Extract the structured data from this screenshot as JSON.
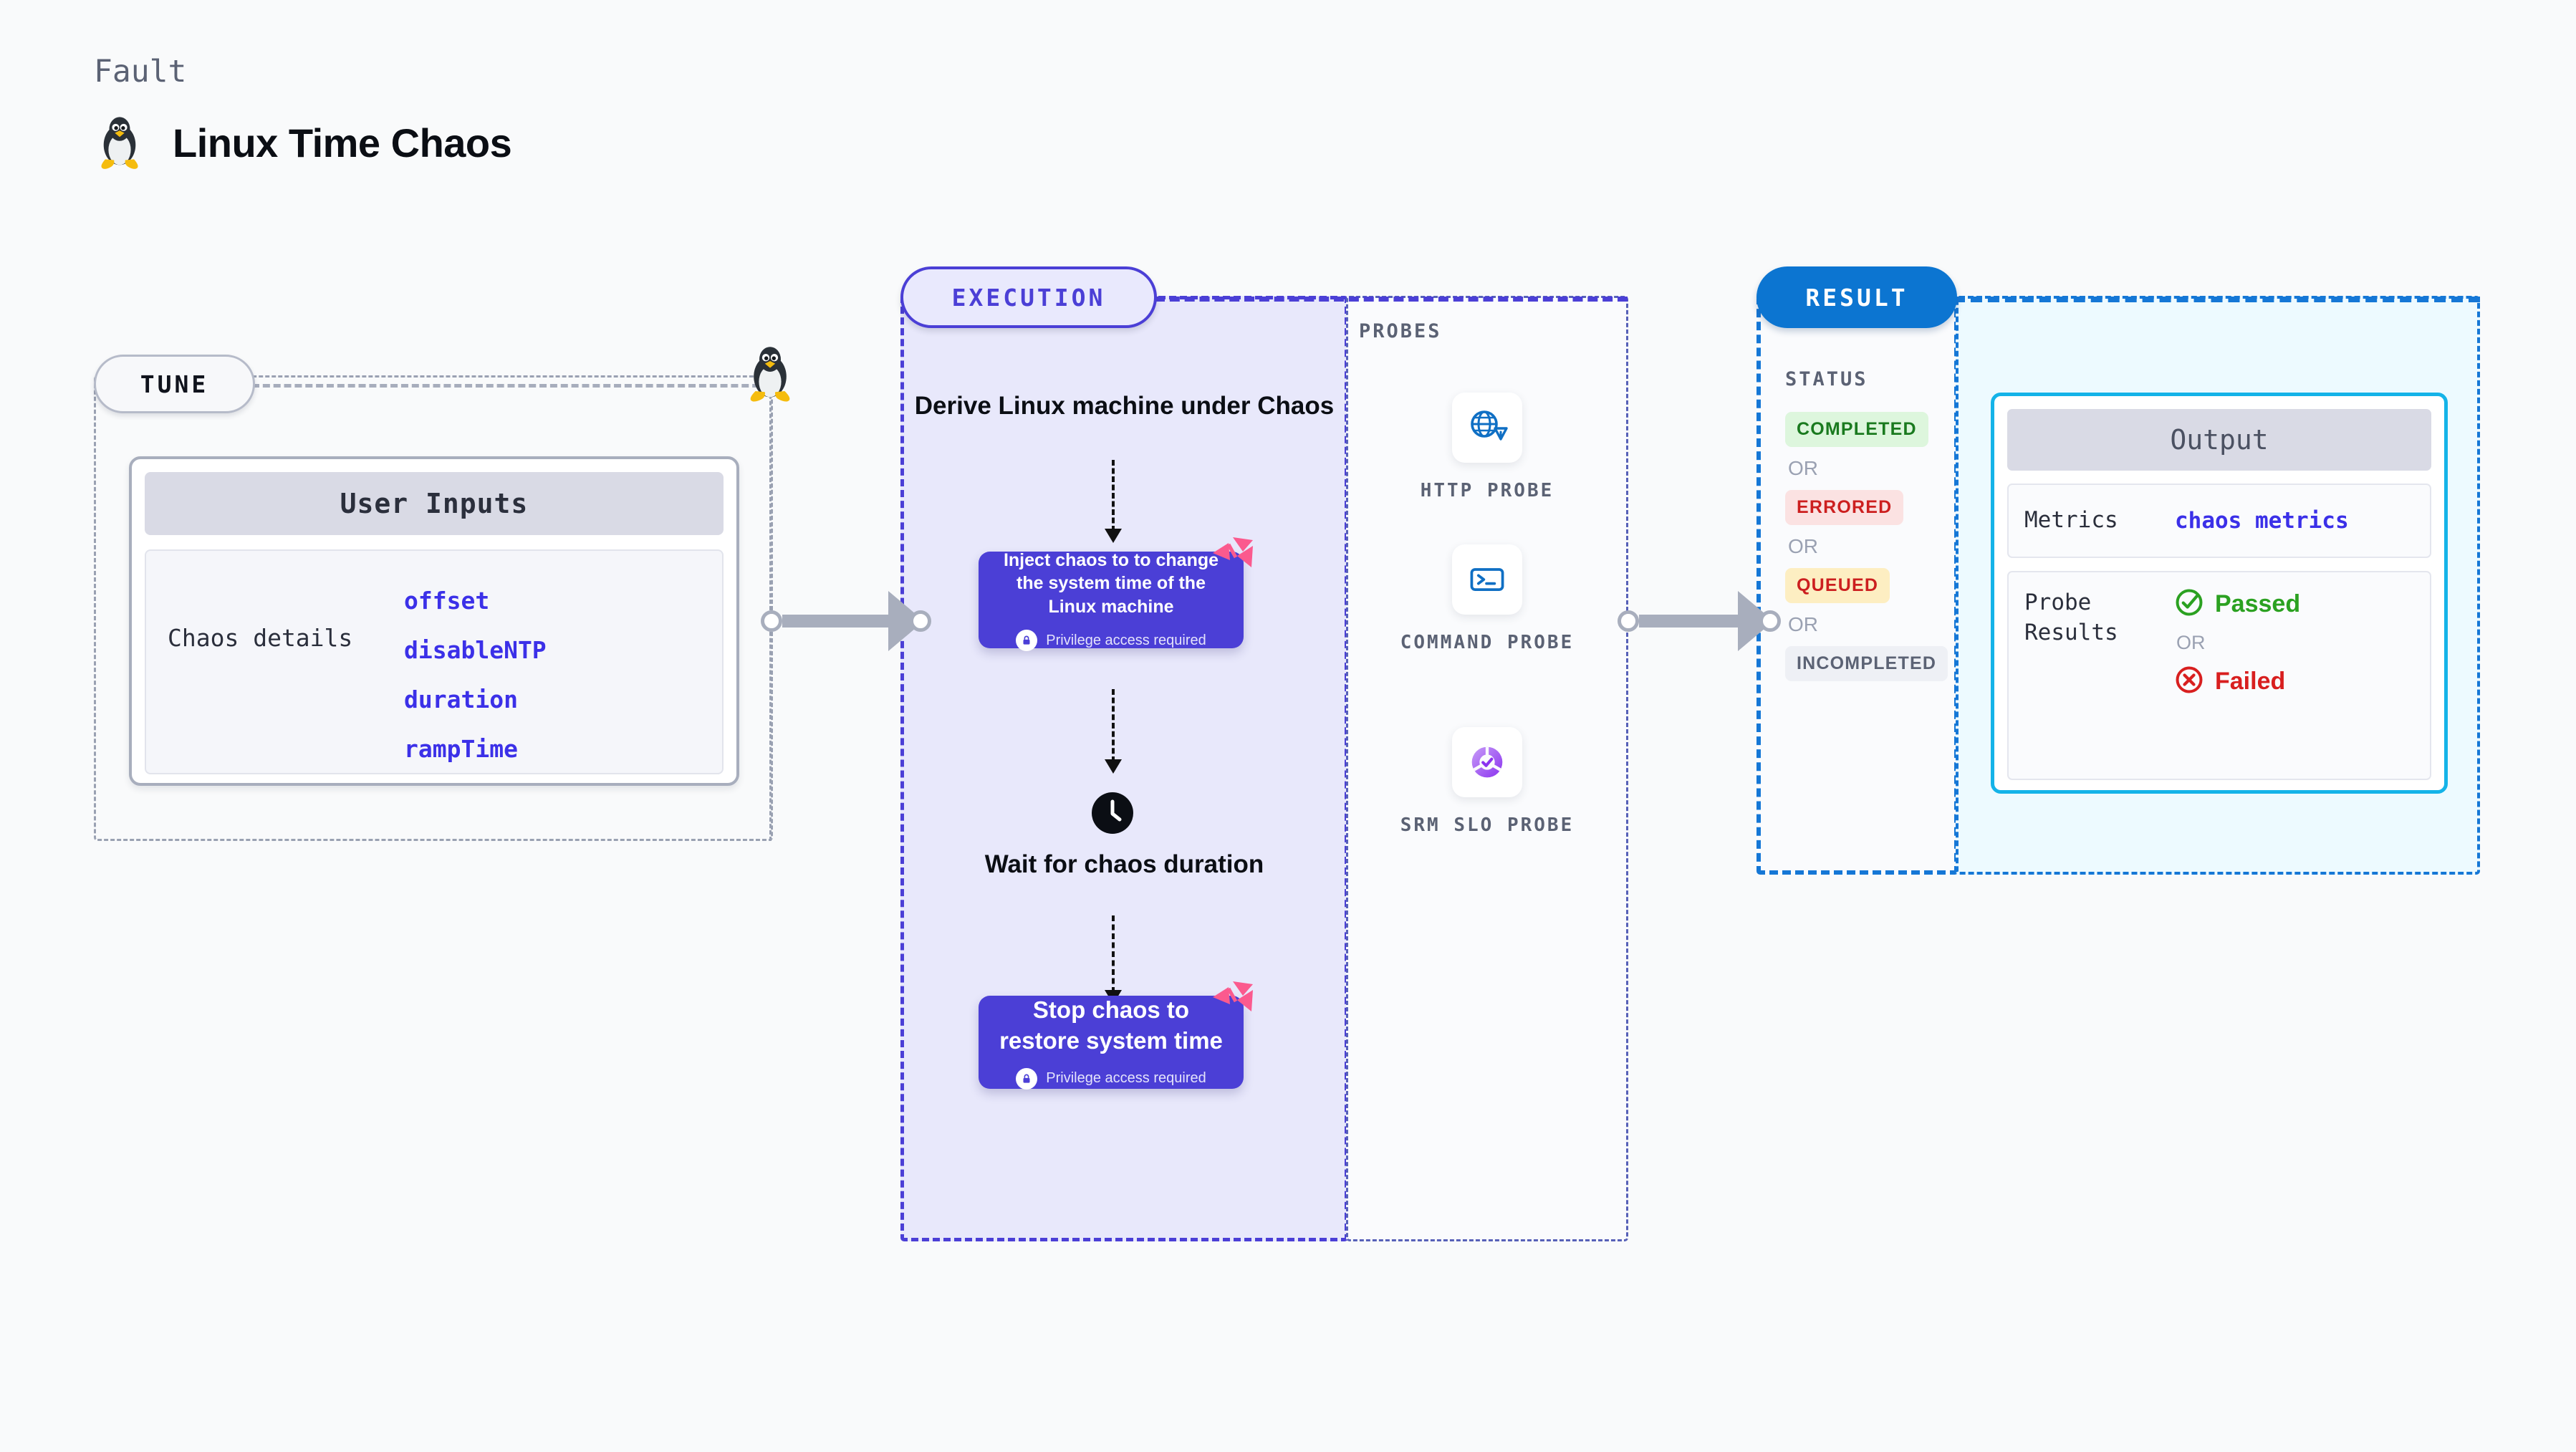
{
  "header": {
    "kicker": "Fault",
    "title": "Linux Time Chaos",
    "icon": "linux-penguin-icon"
  },
  "tune": {
    "pill_label": "TUNE",
    "card": {
      "header": "User Inputs",
      "key": "Chaos details",
      "values": [
        "offset",
        "disableNTP",
        "duration",
        "rampTime"
      ]
    },
    "node_icon": "linux-penguin-icon"
  },
  "execution": {
    "pill_label": "EXECUTION",
    "steps": [
      {
        "type": "title",
        "text": "Derive Linux machine under Chaos"
      },
      {
        "type": "action",
        "text": "Inject chaos to to change the system time of the Linux machine",
        "note": "Privilege access required",
        "note_icon": "lock-icon",
        "badge_icon": "harness-logo-icon"
      },
      {
        "type": "wait",
        "icon": "clock-icon",
        "text": "Wait for chaos duration"
      },
      {
        "type": "action",
        "text": "Stop chaos to restore system time",
        "note": "Privilege access required",
        "note_icon": "lock-icon",
        "badge_icon": "harness-logo-icon"
      }
    ]
  },
  "probes": {
    "section_label": "PROBES",
    "items": [
      {
        "label": "HTTP PROBE",
        "icon": "globe-warning-icon"
      },
      {
        "label": "COMMAND PROBE",
        "icon": "terminal-icon"
      },
      {
        "label": "SRM SLO PROBE",
        "icon": "srm-slo-icon"
      }
    ]
  },
  "result": {
    "pill_label": "RESULT",
    "status_label": "STATUS",
    "or_label": "OR",
    "statuses": [
      {
        "label": "COMPLETED",
        "variant": "completed"
      },
      {
        "label": "ERRORED",
        "variant": "errored"
      },
      {
        "label": "QUEUED",
        "variant": "queued"
      },
      {
        "label": "INCOMPLETED",
        "variant": "incompleted"
      }
    ],
    "output": {
      "header": "Output",
      "metrics_key": "Metrics",
      "metrics_value": "chaos metrics",
      "probe_results_key": "Probe Results",
      "passed_label": "Passed",
      "passed_icon": "check-circle-icon",
      "or_label": "OR",
      "failed_label": "Failed",
      "failed_icon": "x-circle-icon"
    }
  },
  "colors": {
    "execution_accent": "#4b3fd6",
    "result_accent": "#1577d6",
    "output_accent": "#14b3e8",
    "harness_pink": "#fb5a8e",
    "passed_green": "#2ba121",
    "failed_red": "#d81f1f",
    "mono_blue": "#3b30e8"
  }
}
